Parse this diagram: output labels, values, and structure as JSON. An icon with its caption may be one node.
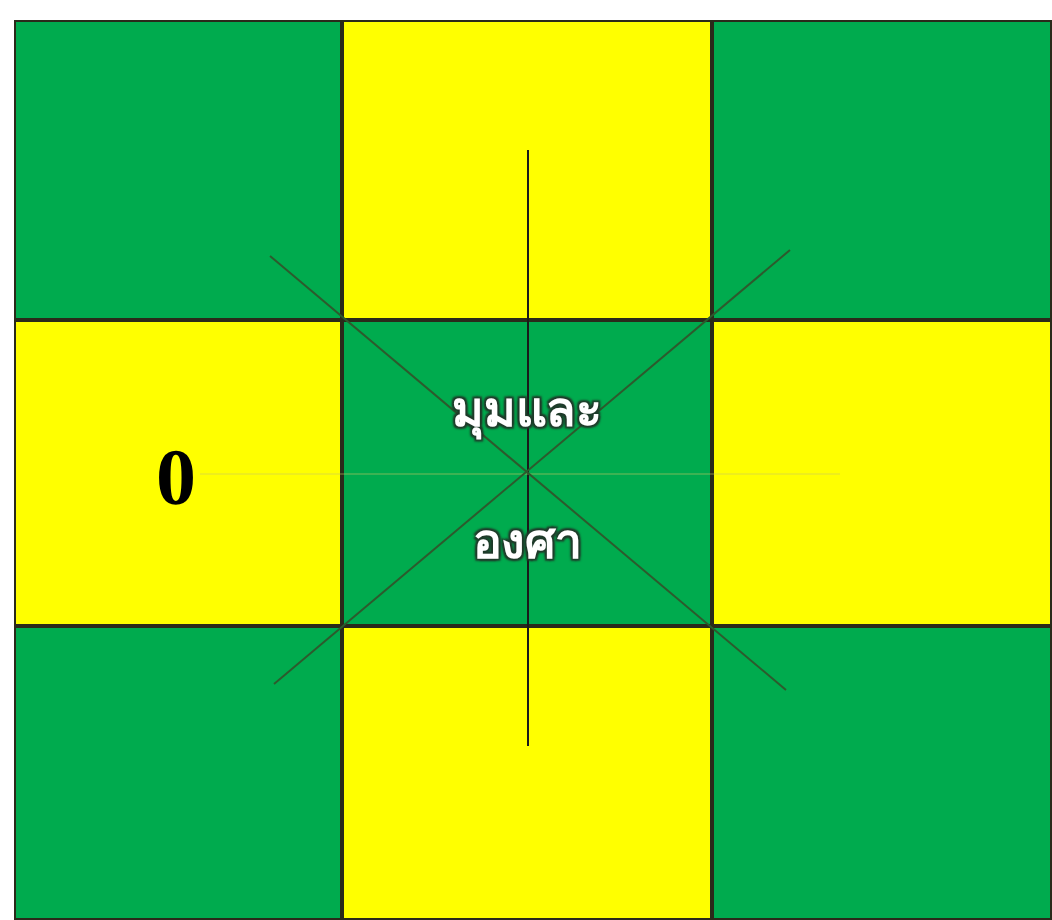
{
  "diagram": {
    "nodes": [
      {
        "text": [],
        "shape": "box"
      },
      {
        "text": [],
        "shape": "box"
      },
      {
        "text": [],
        "shape": "box"
      },
      {
        "text": [
          "0"
        ]
      },
      {
        "text": [
          "มุมและ",
          "องศา"
        ]
      },
      {
        "text": [],
        "shape": "box"
      },
      {
        "text": [],
        "shape": "box"
      },
      {
        "text": [],
        "shape": "box"
      },
      {
        "text": [],
        "shape": "box"
      }
    ]
  }
}
